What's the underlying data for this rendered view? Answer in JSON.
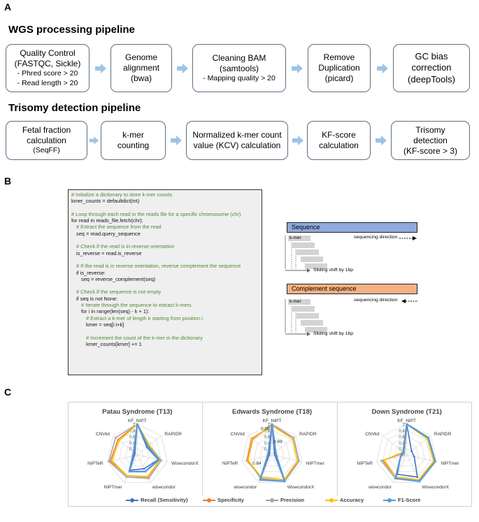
{
  "panel_a": {
    "letter": "A",
    "wgs_title": "WGS processing pipeline",
    "wgs_steps": [
      {
        "title": "Quality Control",
        "sub": "(FASTQC, Sickle)",
        "notes": [
          "- Phred score > 20",
          "- Read length > 20"
        ]
      },
      {
        "title": "Genome alignment",
        "sub": "(bwa)",
        "notes": []
      },
      {
        "title": "Cleaning BAM",
        "sub": "(samtools)",
        "notes": [
          "- Mapping quality > 20"
        ]
      },
      {
        "title": "Remove Duplication",
        "sub": "(picard)",
        "notes": []
      },
      {
        "title": "GC bias correction",
        "sub": "(deepTools)",
        "notes": []
      }
    ],
    "trisomy_title": "Trisomy detection pipeline",
    "trisomy_steps": [
      {
        "title": "Fetal fraction calculation",
        "sub": "(SeqFF)"
      },
      {
        "title": "k-mer counting",
        "sub": ""
      },
      {
        "title": "Normalized k-mer count value (KCV) calculation",
        "sub": ""
      },
      {
        "title": "KF-score calculation",
        "sub": ""
      },
      {
        "title": "Trisomy detection",
        "sub": "(KF-score > 3)"
      }
    ],
    "arrow_color": "#9dc3e6"
  },
  "panel_b": {
    "letter": "B",
    "code_lines": [
      {
        "t": "# Initialize a dictionary to store k-mer counts",
        "c": true,
        "i": 0
      },
      {
        "t": "kmer_counts = defaultdict(int)",
        "c": false,
        "i": 0
      },
      {
        "t": "",
        "c": false,
        "i": 0
      },
      {
        "t": "# Loop through each read in the reads file for a specific chromosome (chr)",
        "c": true,
        "i": 0
      },
      {
        "t": "for read in reads_file.fetch(chr):",
        "c": false,
        "i": 0
      },
      {
        "t": "# Extract the sequence from the read",
        "c": true,
        "i": 1
      },
      {
        "t": "seq = read.query_sequence",
        "c": false,
        "i": 1
      },
      {
        "t": "",
        "c": false,
        "i": 0
      },
      {
        "t": "# Check if the read is in reverse orientation",
        "c": true,
        "i": 1
      },
      {
        "t": "is_reverse = read.is_reverse",
        "c": false,
        "i": 1
      },
      {
        "t": "",
        "c": false,
        "i": 0
      },
      {
        "t": "# If the read is in reverse orientation, reverse complement the sequence",
        "c": true,
        "i": 1
      },
      {
        "t": "if is_reverse:",
        "c": false,
        "i": 1
      },
      {
        "t": "seq = reverse_complement(seq)",
        "c": false,
        "i": 2
      },
      {
        "t": "",
        "c": false,
        "i": 0
      },
      {
        "t": "# Check if the sequence is not empty",
        "c": true,
        "i": 1
      },
      {
        "t": "if seq is not None:",
        "c": false,
        "i": 1
      },
      {
        "t": "# Iterate through the sequence to extract k-mers",
        "c": true,
        "i": 2
      },
      {
        "t": "for i in range(len(seq) - k + 1):",
        "c": false,
        "i": 2
      },
      {
        "t": "# Extract a k-mer of length k starting from position i",
        "c": true,
        "i": 3
      },
      {
        "t": "kmer = seq[i:i+k]",
        "c": false,
        "i": 3
      },
      {
        "t": "",
        "c": false,
        "i": 0
      },
      {
        "t": "# Increment the count of the k-mer in the dictionary",
        "c": true,
        "i": 3
      },
      {
        "t": "kmer_counts[kmer] += 1",
        "c": false,
        "i": 3
      }
    ],
    "sequence_label": "Sequence",
    "sequence_color": "#8faadc",
    "complement_label": "Complement sequence",
    "complement_color": "#f4b183",
    "kmer_label": "k-mer",
    "direction_label": "sequencing direction",
    "shift_label": "Sliding shift by 1bp"
  },
  "panel_c": {
    "letter": "C",
    "charts": [
      {
        "title": "Patau Syndrome (T13)",
        "axes": [
          "KF_NIPT",
          "RAPIDR",
          "WisecondorX",
          "wisecondor",
          "NIPTmer",
          "NIPTeR",
          "CNVkit"
        ],
        "ticks": [
          "1",
          "0.8",
          "0.6",
          "0.4",
          "0.2",
          "0"
        ],
        "annotations": [],
        "series": [
          {
            "name": "Recall (Sensitivity)",
            "values": [
              1,
              0.4,
              0.7,
              0.5,
              0.55,
              0.1,
              0.1
            ]
          },
          {
            "name": "Specificity",
            "values": [
              1,
              0.5,
              0.75,
              0.8,
              0.75,
              0.9,
              0.8
            ]
          },
          {
            "name": "Precision",
            "values": [
              1,
              0.5,
              0.8,
              0.85,
              0.8,
              0.95,
              0.9
            ]
          },
          {
            "name": "Accuracy",
            "values": [
              1,
              0.5,
              0.75,
              0.78,
              0.75,
              0.85,
              0.75
            ]
          },
          {
            "name": "F1-Score",
            "values": [
              1,
              0.45,
              0.72,
              0.6,
              0.6,
              0.15,
              0.15
            ]
          }
        ]
      },
      {
        "title": "Edwards Syndrome (T18)",
        "axes": [
          "KF_NIPT",
          "RAPIDR",
          "NIPTmer",
          "WisecondorX",
          "wisecondor",
          "NIPTeR",
          "CNVkit"
        ],
        "ticks": [
          "1",
          "0.8",
          "0.6",
          "0.4",
          "0.2",
          "0"
        ],
        "annotations": [
          "0.85",
          "0.69",
          "0.84"
        ],
        "series": [
          {
            "name": "Recall (Sensitivity)",
            "values": [
              1,
              0.1,
              0.1,
              0.95,
              0.9,
              0.1,
              0.1
            ]
          },
          {
            "name": "Specificity",
            "values": [
              0.95,
              0.9,
              0.9,
              0.9,
              0.8,
              0.84,
              0.85
            ]
          },
          {
            "name": "Precision",
            "values": [
              1,
              0.9,
              0.9,
              0.95,
              0.85,
              0.8,
              0.8
            ]
          },
          {
            "name": "Accuracy",
            "values": [
              0.95,
              0.85,
              0.85,
              0.9,
              0.8,
              0.8,
              0.82
            ]
          },
          {
            "name": "F1-Score",
            "values": [
              1,
              0.15,
              0.15,
              0.95,
              0.9,
              0.15,
              0.15
            ]
          }
        ]
      },
      {
        "title": "Down Syndrome (T21)",
        "axes": [
          "KF_NIPT",
          "RAPIDR",
          "NIPTmer",
          "WisecondorX",
          "wisecondor",
          "NIPTeR",
          "CNVkit"
        ],
        "ticks": [
          "1",
          "0.8",
          "0.6",
          "0.4",
          "0.2",
          "0"
        ],
        "annotations": [],
        "series": [
          {
            "name": "Recall (Sensitivity)",
            "values": [
              1,
              0.2,
              0.25,
              0.8,
              0.7,
              0.2,
              0.1
            ]
          },
          {
            "name": "Specificity",
            "values": [
              1,
              0.85,
              0.9,
              0.9,
              0.8,
              0.8,
              0.1
            ]
          },
          {
            "name": "Precision",
            "values": [
              1,
              0.9,
              0.95,
              0.95,
              0.85,
              0.85,
              0.1
            ]
          },
          {
            "name": "Accuracy",
            "values": [
              1,
              0.85,
              0.9,
              0.9,
              0.8,
              0.75,
              0.15
            ]
          },
          {
            "name": "F1-Score",
            "values": [
              1,
              0.9,
              0.95,
              0.95,
              0.85,
              0.2,
              0.15
            ]
          }
        ]
      }
    ],
    "series_colors": [
      "#4472c4",
      "#ed7d31",
      "#a5a5a5",
      "#ffc000",
      "#5b9bd5"
    ],
    "legend": [
      "Recall (Sensitivity)",
      "Specificity",
      "Precision",
      "Accuracy",
      "F1-Score"
    ]
  }
}
